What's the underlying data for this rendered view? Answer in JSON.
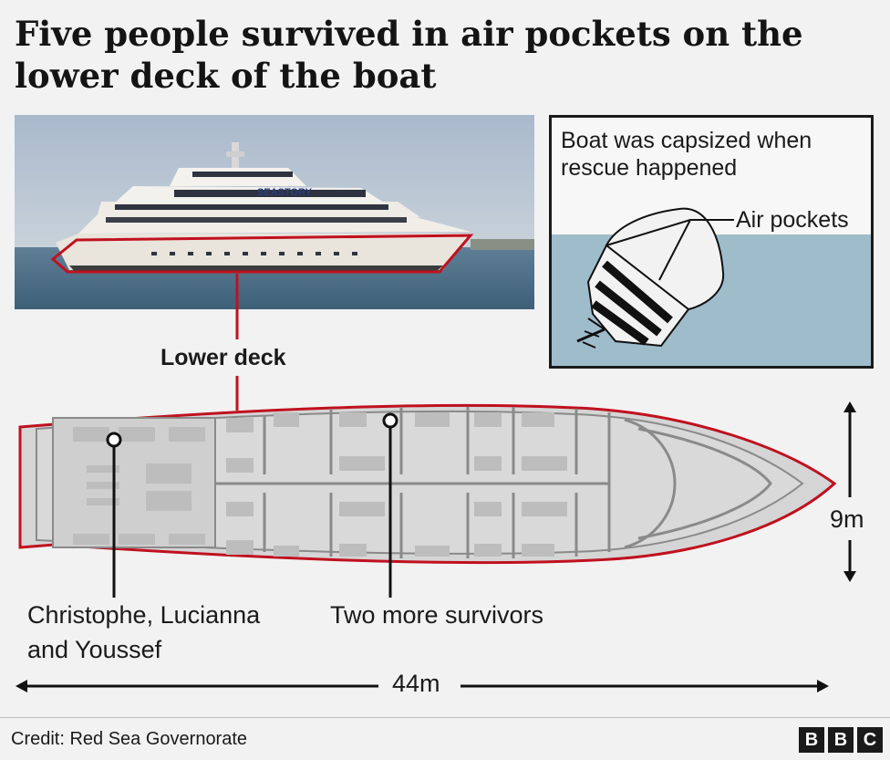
{
  "header": {
    "title_line1": "Five people survived in air pockets on the",
    "title_line2": "lower deck of the boat"
  },
  "photo": {
    "ship_name": "SEASTORY",
    "highlight_color": "#c0111f"
  },
  "inset": {
    "caption_line1": "Boat was capsized when",
    "caption_line2": "rescue happened",
    "air_pockets_label": "Air pockets",
    "water_color": "#9fbccb"
  },
  "deck": {
    "label": "Lower deck",
    "outline_color": "#c0111f"
  },
  "survivors": {
    "group1_line1": "Christophe, Lucianna",
    "group1_line2": "and Youssef",
    "group2": "Two more survivors"
  },
  "dimensions": {
    "width": "9m",
    "length": "44m"
  },
  "footer": {
    "credit": "Credit: Red Sea Governorate",
    "logo": [
      "B",
      "B",
      "C"
    ]
  }
}
